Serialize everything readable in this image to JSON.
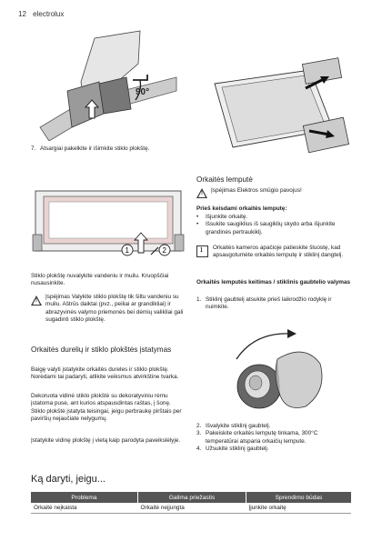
{
  "header": {
    "page_number": "12",
    "brand": "electrolux"
  },
  "figure1": {
    "angle_label": "90°"
  },
  "left": {
    "step7": {
      "num": "7.",
      "text": "Atsargiai pakelkite ir išimkite stiklo plokštę."
    },
    "figure2": {
      "marker1": "1",
      "marker2": "2"
    },
    "clean_text": "Stiklo plokštę nuvalykite vandeniu ir muilu. Kruopščiai nusausinkite.",
    "warning_text": "Įspėjimas Valykite stiklo plokštę tik šiltu vandeniu su muilu. Aštrūs daiktai (pvz., peiliai ar grandikliai) ir abrazyvinės valymo priemonės bei dėmių valikliai gali sugadinti stiklo plokštę.",
    "install_title": "Orkaitės durelių ir stiklo plokštės įstatymas",
    "install_text": "Baigę valyti įstatykite orkaitės dureles ir stiklo plokštę. Norėdami tai padaryti, atlikite veiksmus atvirkštine tvarka.",
    "deco_text": "Dekoruota vidinė stiklo plokštė su dekoratyviniu rėmu įstatoma puse, ant kurios atspausdintas raštas, į šonę. Stiklo plokštė įstatyta teisingai, jeigu perbraukę pirštais per paviršių nejaučiate nelygumų.",
    "place_text": "Įstatykite vidinę plokštę į vietą kaip parodyta paveikslėlyje."
  },
  "right": {
    "lamp_title": "Orkaitės lemputė",
    "lamp_warning": "Įspėjimas Elektros smūgio pavojus!",
    "before_title": "Prieš keisdami orkaitės lemputę:",
    "before_items": [
      "Išjunkite orkaitę.",
      "Išsukite saugiklius iš saugiklių skydo arba išjunkite grandinės pertraukiklį."
    ],
    "info_text": "Orkaitės kameros apačioje patieskite šluostę, kad apsaugotumėte orkaitės lemputę ir stiklinį dangtelį.",
    "rear_title": "Orkaitės lemputės keitimas / stiklinis gaubtelio valymas",
    "steps": [
      {
        "num": "1.",
        "text": "Stiklinį gaubtelį atsukite prieš laikrodžio rodyklę ir nuimkite."
      },
      {
        "num": "2.",
        "text": "Išvalykite stiklinį gaubtelį."
      },
      {
        "num": "3.",
        "text": "Pakeiskite orkaitės lemputę tinkama, 300°C temperatūrai atsparia orkaičių lempute."
      },
      {
        "num": "4.",
        "text": "Užsukite stiklinį gaubtelį."
      }
    ]
  },
  "troubleshoot": {
    "title": "Ką daryti, jeigu...",
    "columns": [
      "Problema",
      "Galima priežastis",
      "Sprendimo būdas"
    ],
    "rows": [
      [
        "Orkaitė neįkaista",
        "Orkaitė neįjungta",
        "Įjunkite orkaitę"
      ]
    ]
  },
  "colors": {
    "table_header": "#555555",
    "highlight_blue": "#4a8cc0"
  }
}
